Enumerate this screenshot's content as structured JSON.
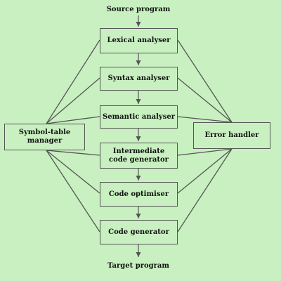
{
  "source_label": "Source program",
  "target_label": "Target program",
  "phases": [
    {
      "id": "lexical",
      "label": "Lexical analyser"
    },
    {
      "id": "syntax",
      "label": "Syntax analyser"
    },
    {
      "id": "semantic",
      "label": "Semantic analyser"
    },
    {
      "id": "intermediate",
      "label": "Intermediate\ncode generator"
    },
    {
      "id": "optimiser",
      "label": "Code optimiser"
    },
    {
      "id": "codegen",
      "label": "Code generator"
    }
  ],
  "side_boxes": {
    "symbol_table": "Symbol-table manager",
    "error_handler": "Error handler"
  },
  "colors": {
    "background": "#c8f0c0",
    "line": "#555555"
  }
}
